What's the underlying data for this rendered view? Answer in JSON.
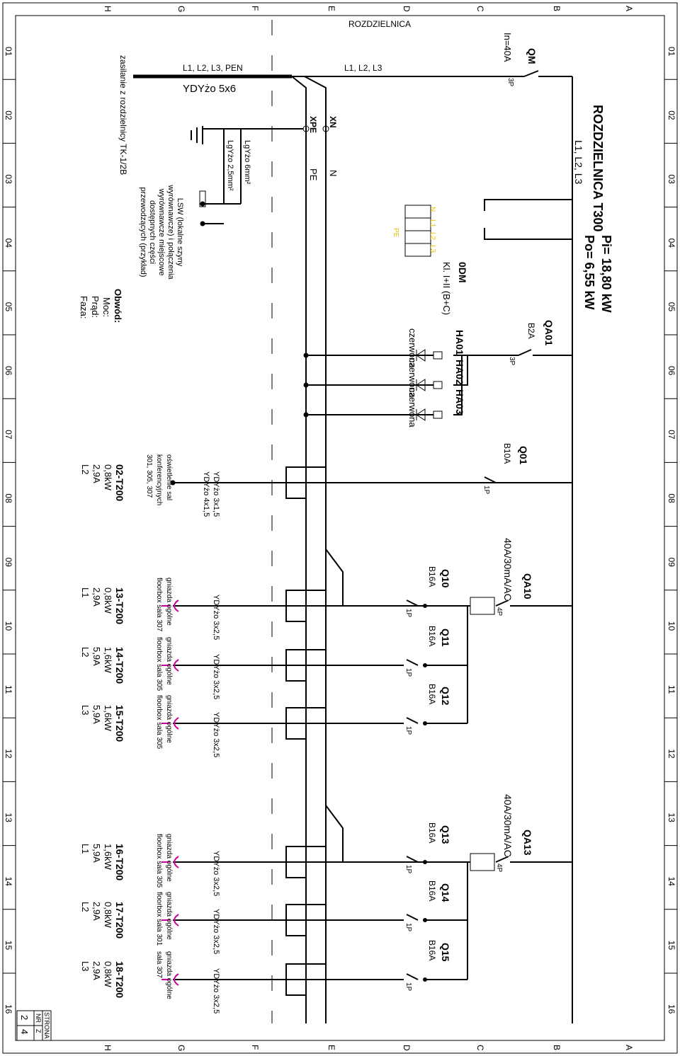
{
  "frame": {
    "row_letters": [
      "A",
      "B",
      "C",
      "D",
      "E",
      "F",
      "G",
      "H"
    ],
    "col_numbers": [
      "01",
      "02",
      "03",
      "04",
      "05",
      "06",
      "07",
      "08",
      "09",
      "10",
      "11",
      "12",
      "13",
      "14",
      "15",
      "16"
    ]
  },
  "header": {
    "title": "ROZDZIELNICA T300",
    "phases": "L1, L2, L3",
    "pi": "Pi= 18,80 kW",
    "po": "Po= 6,55 kW",
    "rozdzielnica_label": "ROZDZIELNICA"
  },
  "supply": {
    "source": "zasilanie z rozdzielnicy TK-1/2B",
    "bus_label": "L1, L2, L3, PEN",
    "cable": "YDYżo 5x6",
    "phases_right": "L1, L2, L3",
    "xn": "XN",
    "xpe": "XPE",
    "n": "N",
    "pe": "PE"
  },
  "main_switch": {
    "name": "QM",
    "rating": "In=40A",
    "poles": "3P"
  },
  "equip": {
    "lgy6": "LgYżo 6mm²",
    "lgy25": "LgYżo 2,5mm²",
    "lsw": "LSW (lokalne szyny wyrównawcze) i połączenia wyrównawcze miejscowe dostępnych części przewodzących (przykład)"
  },
  "spd": {
    "name": "0DM",
    "class": "Kl. I+II (B+C)",
    "n": "N",
    "l1": "L1",
    "l2": "L2",
    "l3": "L3",
    "pe": "PE"
  },
  "qa01": {
    "name": "QA01",
    "rating": "B2A",
    "poles": "3P"
  },
  "lamps": [
    {
      "name": "HA01",
      "color": "czerwona"
    },
    {
      "name": "HA02",
      "color": "czerwona"
    },
    {
      "name": "HA03",
      "color": "czerwona"
    }
  ],
  "rcd": [
    {
      "name": "QA10",
      "rating": "40A/30mA/AC",
      "poles": "4P"
    },
    {
      "name": "QA13",
      "rating": "40A/30mA/AC",
      "poles": "4P"
    }
  ],
  "legend": {
    "obwod": "Obwód:",
    "moc": "Moc:",
    "prad": "Prąd:",
    "faza": "Faza:"
  },
  "circuits": [
    {
      "breaker": "Q01",
      "rating": "B10A",
      "poles": "1P",
      "cable": "YDYżo 3x1,5",
      "cable2": "YDYżo 4x1,5",
      "desc1": "oświetlenie sal",
      "desc2": "konferencyjnych",
      "desc3": "301, 305, 307",
      "id": "02-T200",
      "power": "0,8kW",
      "current": "2,9A",
      "phase": "L2"
    },
    {
      "breaker": "Q10",
      "rating": "B16A",
      "poles": "1P",
      "cable": "YDYżo 3x2,5",
      "desc1": "gniazda ogólne",
      "desc2": "floorbox sala 307",
      "id": "13-T200",
      "power": "0,8kW",
      "current": "2,9A",
      "phase": "L1"
    },
    {
      "breaker": "Q11",
      "rating": "B16A",
      "poles": "1P",
      "cable": "YDYżo 3x2,5",
      "desc1": "gniazda ogólne",
      "desc2": "floorbox sala 305",
      "id": "14-T200",
      "power": "1,6kW",
      "current": "5,9A",
      "phase": "L2"
    },
    {
      "breaker": "Q12",
      "rating": "B16A",
      "poles": "1P",
      "cable": "YDYżo 3x2,5",
      "desc1": "gniazda ogólne",
      "desc2": "floorbox sala 305",
      "id": "15-T200",
      "power": "1,6kW",
      "current": "5,9A",
      "phase": "L3"
    },
    {
      "breaker": "Q13",
      "rating": "B16A",
      "poles": "1P",
      "cable": "YDYżo 3x2,5",
      "desc1": "gniazda ogólne",
      "desc2": "floorbox sala 305",
      "id": "16-T200",
      "power": "1,6kW",
      "current": "5,9A",
      "phase": "L1"
    },
    {
      "breaker": "Q14",
      "rating": "B16A",
      "poles": "1P",
      "cable": "YDYżo 3x2,5",
      "desc1": "gniazda ogólne",
      "desc2": "floorbox sala 301",
      "id": "17-T200",
      "power": "0,8kW",
      "current": "2,9A",
      "phase": "L2"
    },
    {
      "breaker": "Q15",
      "rating": "B16A",
      "poles": "1P",
      "cable": "YDYżo 3x2,5",
      "desc1": "gniazda ogólne",
      "desc2": "sala 307",
      "id": "18-T200",
      "power": "0,8kW",
      "current": "2,9A",
      "phase": "L3"
    }
  ],
  "title_block": {
    "strona": "STRONA",
    "nr": "NR",
    "z": "Z",
    "nr_val": "2",
    "z_val": "4"
  }
}
